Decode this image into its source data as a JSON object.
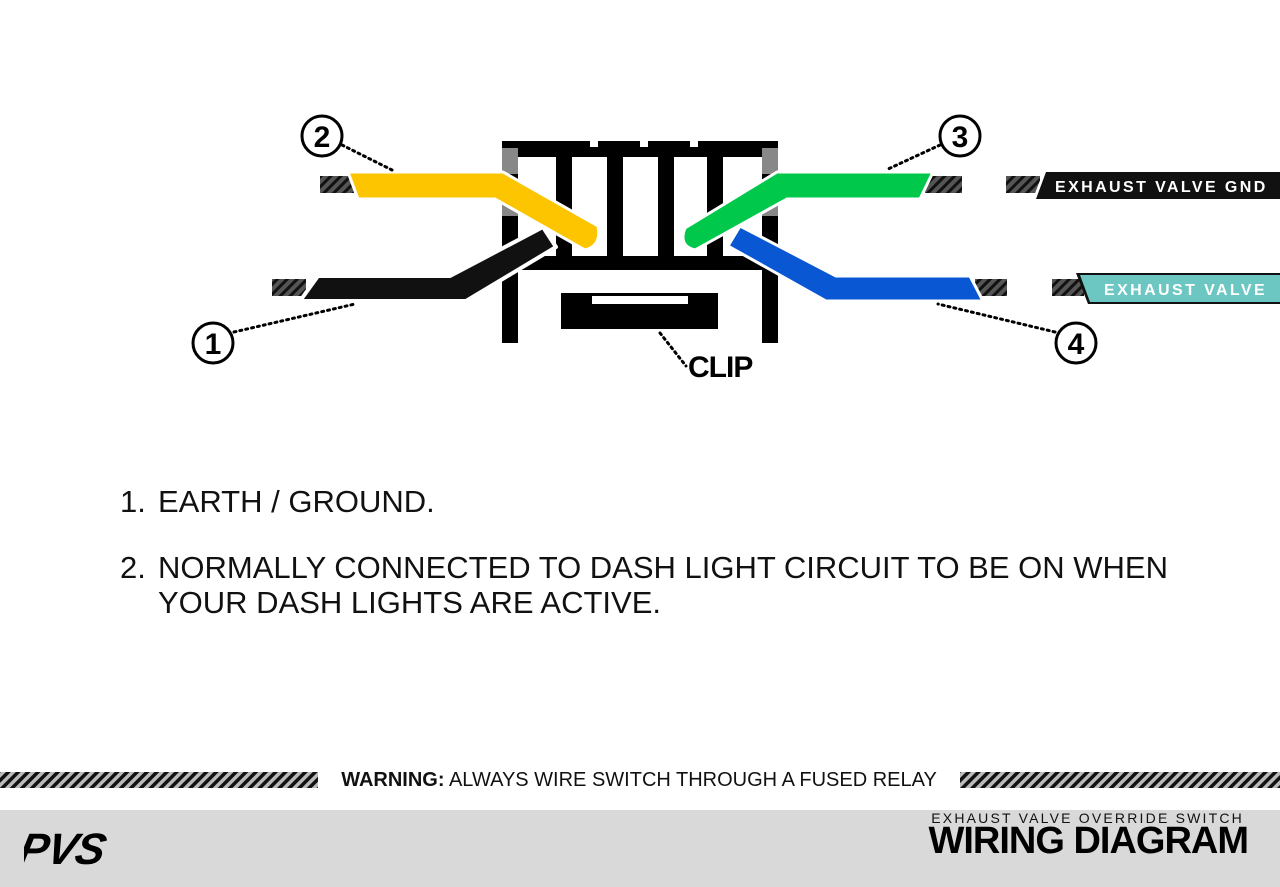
{
  "callouts": {
    "c1": "1",
    "c2": "2",
    "c3": "3",
    "c4": "4"
  },
  "clip_label": "CLIP",
  "tags": {
    "gnd": "EXHAUST VALVE GND",
    "valve": "EXHAUST VALVE"
  },
  "wire_colors": {
    "wire1": "#111111",
    "wire2": "#fcc500",
    "wire3": "#00c84a",
    "wire4": "#0a57d4"
  },
  "tag_colors": {
    "gnd": "#111111",
    "valve": "#6cc6c2"
  },
  "notes": [
    {
      "num": "1.",
      "text": "EARTH / GROUND."
    },
    {
      "num": "2.",
      "text": "NORMALLY CONNECTED TO DASH LIGHT CIRCUIT TO BE ON WHEN YOUR DASH LIGHTS ARE ACTIVE."
    }
  ],
  "warning": {
    "label": "WARNING:",
    "text": "ALWAYS WIRE SWITCH THROUGH A FUSED RELAY"
  },
  "footer": {
    "subtitle": "EXHAUST VALVE OVERRIDE SWITCH",
    "title": "WIRING DIAGRAM"
  },
  "logo_text": "PVS"
}
